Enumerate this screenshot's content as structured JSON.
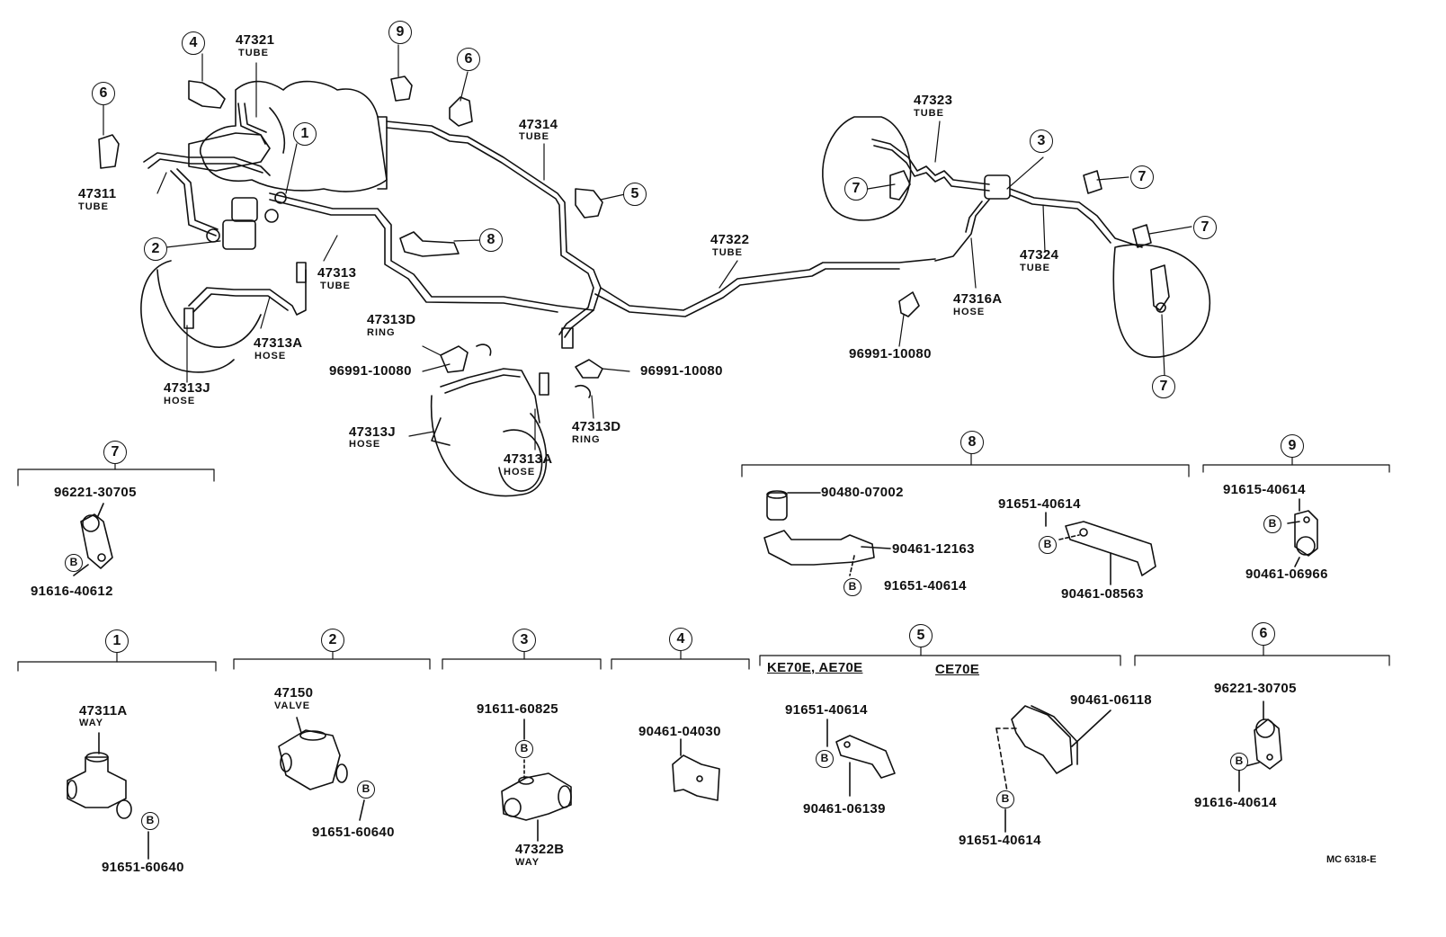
{
  "parts": {
    "p47321": {
      "num": "47321",
      "type": "TUBE"
    },
    "p47311": {
      "num": "47311",
      "type": "TUBE"
    },
    "p47313": {
      "num": "47313",
      "type": "TUBE"
    },
    "p47313A_left": {
      "num": "47313A",
      "type": "HOSE"
    },
    "p47313J_left": {
      "num": "47313J",
      "type": "HOSE"
    },
    "p47314": {
      "num": "47314",
      "type": "TUBE"
    },
    "p47313D_top": {
      "num": "47313D",
      "type": "RING"
    },
    "p96991_a": {
      "num": "96991-10080"
    },
    "p96991_b": {
      "num": "96991-10080"
    },
    "p47313J_mid": {
      "num": "47313J",
      "type": "HOSE"
    },
    "p47313A_mid": {
      "num": "47313A",
      "type": "HOSE"
    },
    "p47313D_bot": {
      "num": "47313D",
      "type": "RING"
    },
    "p47322": {
      "num": "47322",
      "type": "TUBE"
    },
    "p47323": {
      "num": "47323",
      "type": "TUBE"
    },
    "p47324": {
      "num": "47324",
      "type": "TUBE"
    },
    "p47316A": {
      "num": "47316A",
      "type": "HOSE"
    },
    "p96991_c": {
      "num": "96991-10080"
    }
  },
  "callouts": [
    "1",
    "2",
    "3",
    "4",
    "5",
    "6",
    "7",
    "8",
    "9"
  ],
  "bolt_mark": "B",
  "groups": {
    "g7": {
      "num": "7",
      "parts": [
        "96221-30705",
        "91616-40612"
      ]
    },
    "g8": {
      "num": "8",
      "parts": [
        "90480-07002",
        "90461-12163",
        "91651-40614",
        "91651-40614",
        "90461-08563"
      ]
    },
    "g9": {
      "num": "9",
      "parts": [
        "91615-40614",
        "90461-06966"
      ]
    },
    "g1": {
      "num": "1",
      "part": "47311A",
      "type": "WAY",
      "bolt": "91651-60640"
    },
    "g2": {
      "num": "2",
      "part": "47150",
      "type": "VALVE",
      "bolt": "91651-60640"
    },
    "g3": {
      "num": "3",
      "part": "47322B",
      "type": "WAY",
      "bolt": "91611-60825"
    },
    "g4": {
      "num": "4",
      "part": "90461-04030"
    },
    "g5": {
      "num": "5",
      "variant_a": "KE70E, AE70E",
      "variant_b": "CE70E",
      "a_bolt": "91651-40614",
      "a_clamp": "90461-06139",
      "b_clamp": "90461-06118",
      "b_bolt": "91651-40614"
    },
    "g6": {
      "num": "6",
      "parts": [
        "96221-30705",
        "91616-40614"
      ]
    }
  },
  "code": "MC 6318-E"
}
